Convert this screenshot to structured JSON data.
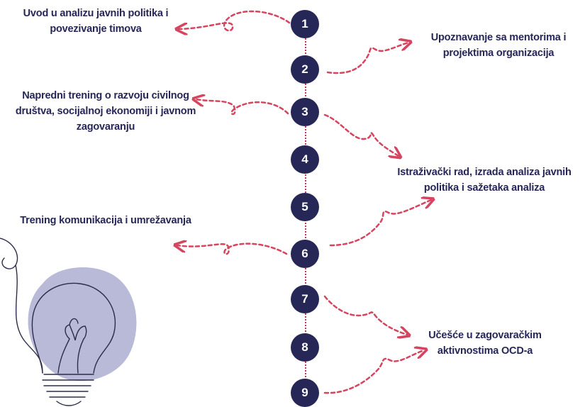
{
  "colors": {
    "node_fill": "#262657",
    "node_text": "#ffffff",
    "label_text": "#262657",
    "arrow": "#d6455f",
    "bulb_blob": "#b9b9d8"
  },
  "steps": [
    {
      "number": "1",
      "label_lines": [
        "Uvod u analizu javnih politika i",
        "povezivanje timova"
      ]
    },
    {
      "number": "2",
      "label_lines": [
        "Upoznavanje sa mentorima i",
        "projektima organizacija"
      ]
    },
    {
      "number": "3",
      "label_lines": [
        "Napredni trening o razvoju civilnog",
        "društva, socijalnoj ekonomiji i javnom",
        "zagovaranju"
      ]
    },
    {
      "number": "4",
      "label_lines": []
    },
    {
      "number": "5",
      "label_lines": [
        "Istraživački rad, izrada analiza javnih",
        "politika i sažetaka analiza"
      ]
    },
    {
      "number": "6",
      "label_lines": [
        "Trening komunikacija i umrežavanja"
      ]
    },
    {
      "number": "7",
      "label_lines": []
    },
    {
      "number": "8",
      "label_lines": [
        "Učešće u zagovaračkim",
        "aktivnostima OCD-a"
      ]
    },
    {
      "number": "9",
      "label_lines": []
    }
  ],
  "decoration": {
    "icon": "lightbulb-icon"
  }
}
